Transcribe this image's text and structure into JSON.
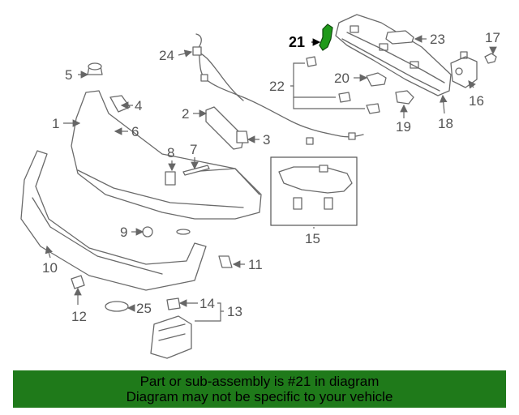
{
  "diagram": {
    "callouts": [
      "1",
      "2",
      "3",
      "4",
      "5",
      "6",
      "7",
      "8",
      "9",
      "10",
      "11",
      "12",
      "13",
      "14",
      "15",
      "16",
      "17",
      "18",
      "19",
      "20",
      "21",
      "22",
      "23",
      "24",
      "25"
    ],
    "highlight": "21",
    "highlight_color": "#1f9a1a",
    "banner_color": "#1f7a1a"
  },
  "banner": {
    "line1": "Part or sub-assembly is #21 in diagram",
    "line2": "Diagram may not be specific to your vehicle"
  }
}
